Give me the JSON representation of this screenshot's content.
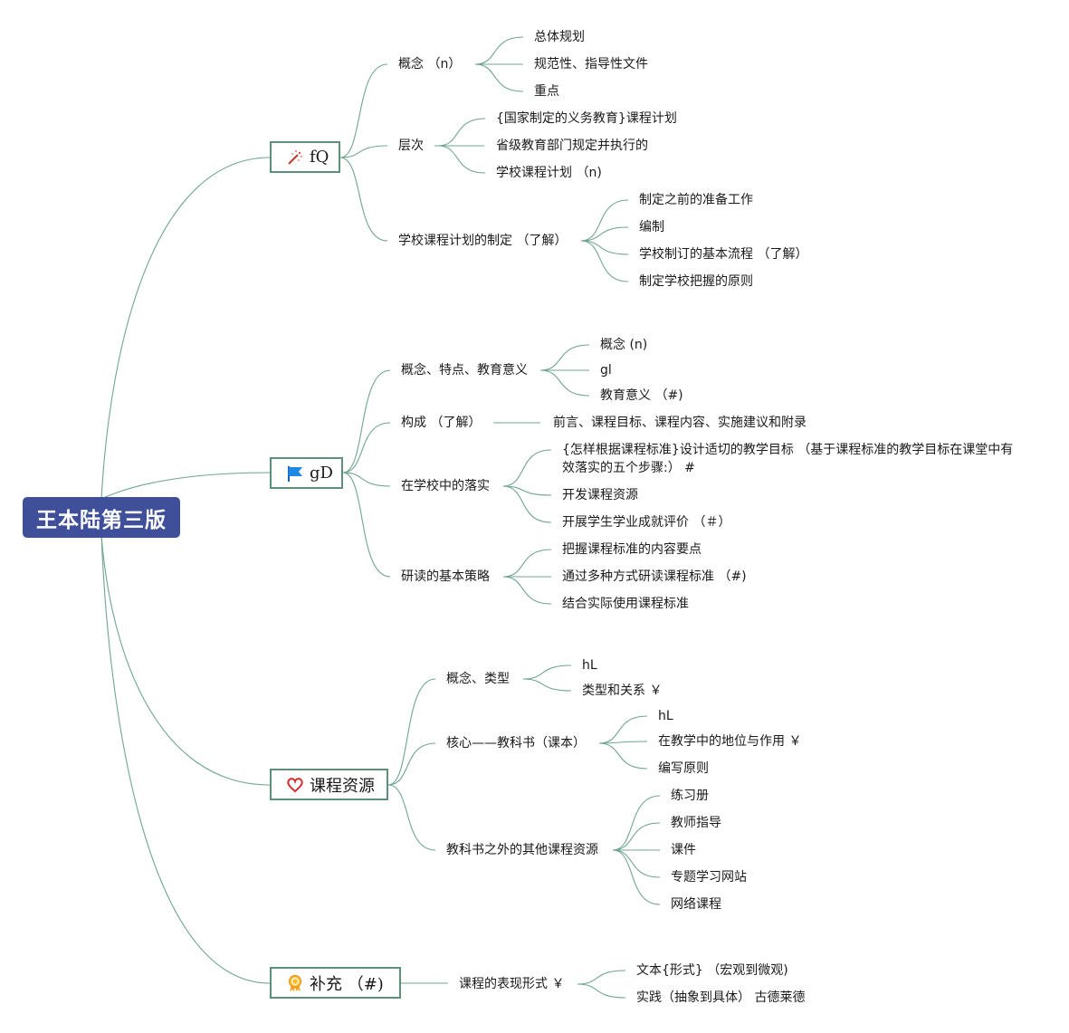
{
  "root": "王本陆第三版",
  "topics": [
    {
      "label": "fQ",
      "icon": "magic-wand-icon",
      "subtopics": [
        {
          "label": "概念 （n）",
          "items": [
            "总体规划",
            "规范性、指导性文件",
            "重点"
          ]
        },
        {
          "label": "层次",
          "items": [
            "{国家制定的义务教育}课程计划",
            "省级教育部门规定并执行的",
            "学校课程计划 （n)"
          ]
        },
        {
          "label": "学校课程计划的制定 （了解）",
          "items": [
            "制定之前的准备工作",
            "编制",
            "学校制订的基本流程 （了解）",
            "制定学校把握的原则"
          ]
        }
      ]
    },
    {
      "label": "gD",
      "icon": "blue-flag-icon",
      "subtopics": [
        {
          "label": "概念、特点、教育意义",
          "items": [
            "概念 (n)",
            "gl",
            "教育意义 （#)"
          ]
        },
        {
          "label": "构成 （了解）",
          "items": [
            "前言、课程目标、课程内容、实施建议和附录"
          ]
        },
        {
          "label": "在学校中的落实",
          "items": [
            "{怎样根据课程标准}设计适切的教学目标 （基于课程标准的教学目标在课堂中有效落实的五个步骤:） #",
            "开发课程资源",
            "开展学生学业成就评价 （＃）"
          ]
        },
        {
          "label": "研读的基本策略",
          "items": [
            "把握课程标准的内容要点",
            "通过多种方式研读课程标准 （#)",
            "结合实际使用课程标准"
          ]
        }
      ]
    },
    {
      "label": "课程资源",
      "icon": "heart-icon",
      "subtopics": [
        {
          "label": "概念、类型",
          "items": [
            "hL",
            "类型和关系 ￥"
          ]
        },
        {
          "label": "核心——教科书（课本）",
          "items": [
            "hL",
            "在教学中的地位与作用 ￥",
            "编写原则"
          ]
        },
        {
          "label": "教科书之外的其他课程资源",
          "items": [
            "练习册",
            "教师指导",
            "课件",
            "专题学习网站",
            "网络课程"
          ]
        }
      ]
    },
    {
      "label": "补充 （#)",
      "icon": "award-ribbon-icon",
      "subtopics": [
        {
          "label": "课程的表现形式 ￥",
          "items": [
            "文本{形式} （宏观到微观)",
            "实践（抽象到具体） 古德莱德"
          ]
        }
      ]
    }
  ]
}
